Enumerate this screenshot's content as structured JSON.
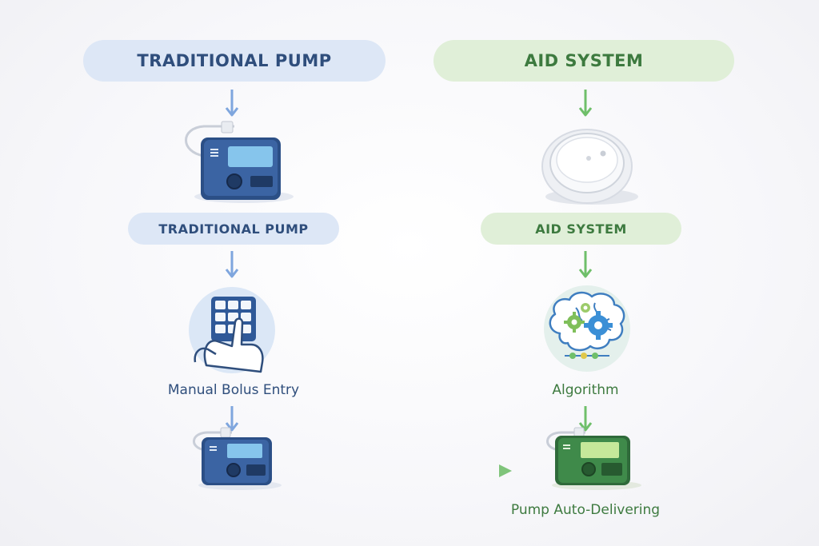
{
  "left": {
    "header": "TRADITIONAL PUMP",
    "pump_label": "TRADITIONAL PUMP",
    "step_label": "Manual Bolus Entry"
  },
  "right": {
    "header": "AID SYSTEM",
    "device_label": "AID SYSTEM",
    "step_label": "Algorithm",
    "result_label": "Pump Auto-Delivering"
  },
  "colors": {
    "left_accent": "#4a7fd0",
    "right_accent": "#5aa85c",
    "left_pill_bg": "#dde7f6",
    "right_pill_bg": "#e0efd8"
  },
  "icons": {
    "left_device": "insulin-pump-icon",
    "left_step": "keypad-hand-icon",
    "left_result": "insulin-pump-icon",
    "right_device": "cgm-sensor-icon",
    "right_step": "brain-gears-icon",
    "right_result": "insulin-pump-green-icon"
  }
}
